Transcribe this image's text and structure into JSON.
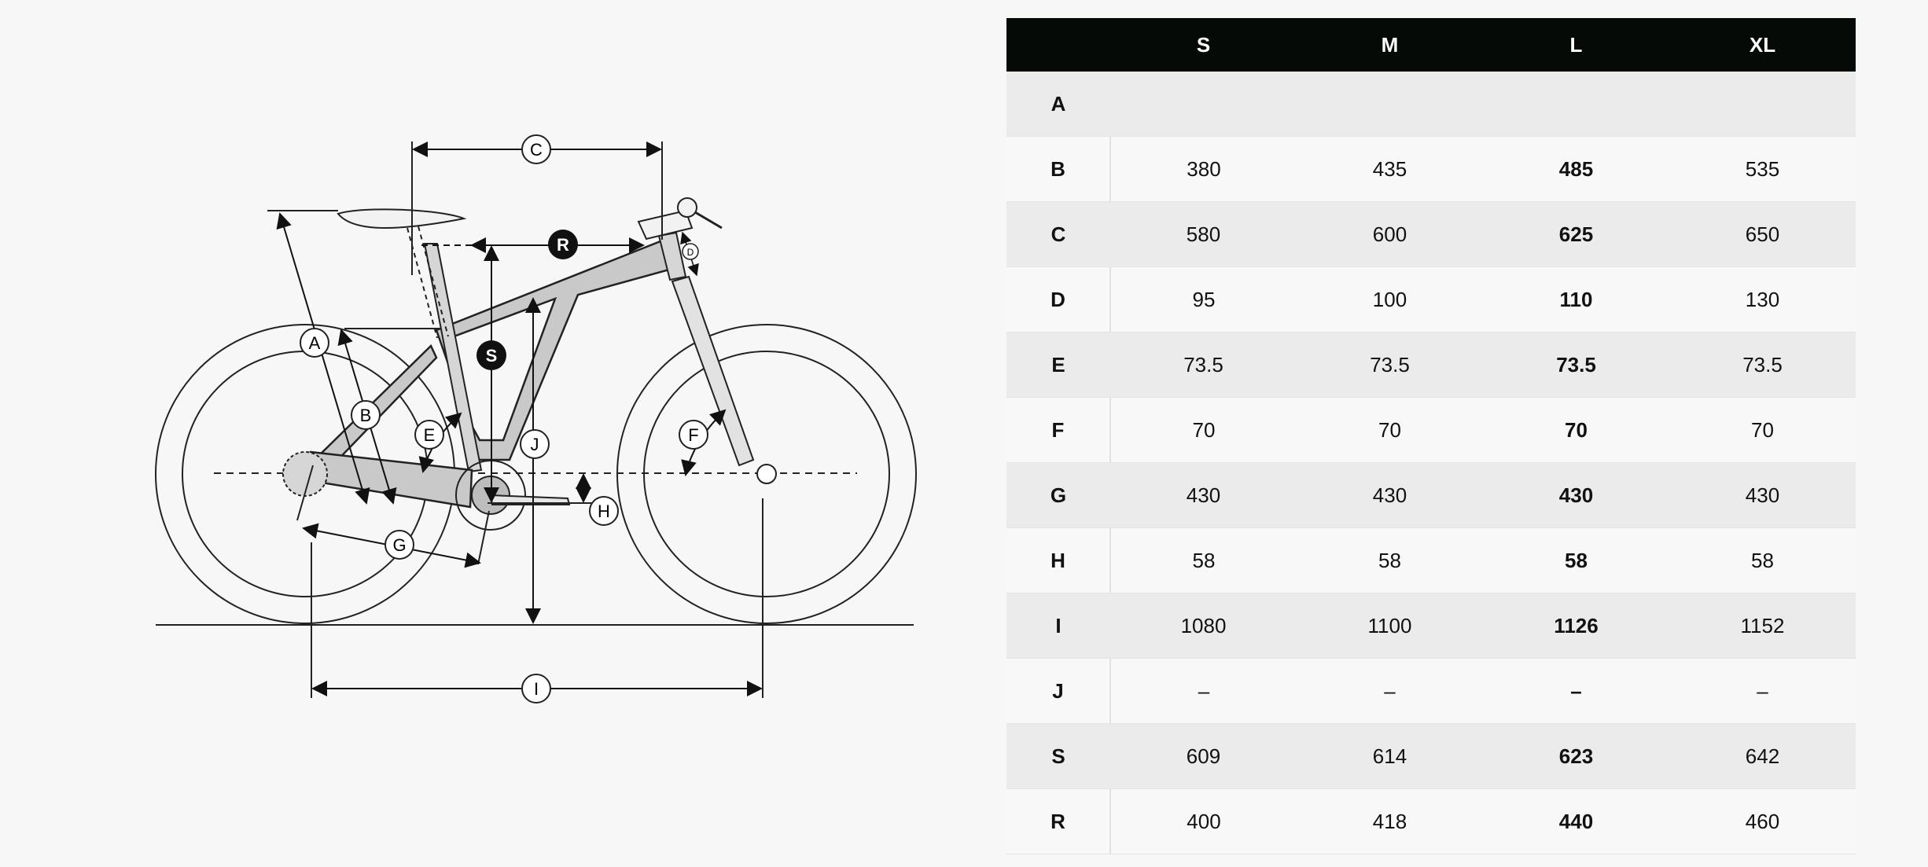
{
  "diagram": {
    "labels": {
      "A": "A",
      "B": "B",
      "C": "C",
      "D": "D",
      "E": "E",
      "F": "F",
      "G": "G",
      "H": "H",
      "I": "I",
      "J": "J",
      "R": "R",
      "S": "S"
    }
  },
  "table": {
    "columns": [
      "",
      "S",
      "M",
      "L",
      "XL"
    ],
    "highlight_column": "L",
    "rows": [
      {
        "label": "A",
        "values": [
          "",
          "",
          "",
          ""
        ]
      },
      {
        "label": "B",
        "values": [
          "380",
          "435",
          "485",
          "535"
        ]
      },
      {
        "label": "C",
        "values": [
          "580",
          "600",
          "625",
          "650"
        ]
      },
      {
        "label": "D",
        "values": [
          "95",
          "100",
          "110",
          "130"
        ]
      },
      {
        "label": "E",
        "values": [
          "73.5",
          "73.5",
          "73.5",
          "73.5"
        ]
      },
      {
        "label": "F",
        "values": [
          "70",
          "70",
          "70",
          "70"
        ]
      },
      {
        "label": "G",
        "values": [
          "430",
          "430",
          "430",
          "430"
        ]
      },
      {
        "label": "H",
        "values": [
          "58",
          "58",
          "58",
          "58"
        ]
      },
      {
        "label": "I",
        "values": [
          "1080",
          "1100",
          "1126",
          "1152"
        ]
      },
      {
        "label": "J",
        "values": [
          "–",
          "–",
          "–",
          "–"
        ]
      },
      {
        "label": "S",
        "values": [
          "609",
          "614",
          "623",
          "642"
        ]
      },
      {
        "label": "R",
        "values": [
          "400",
          "418",
          "440",
          "460"
        ]
      }
    ]
  }
}
